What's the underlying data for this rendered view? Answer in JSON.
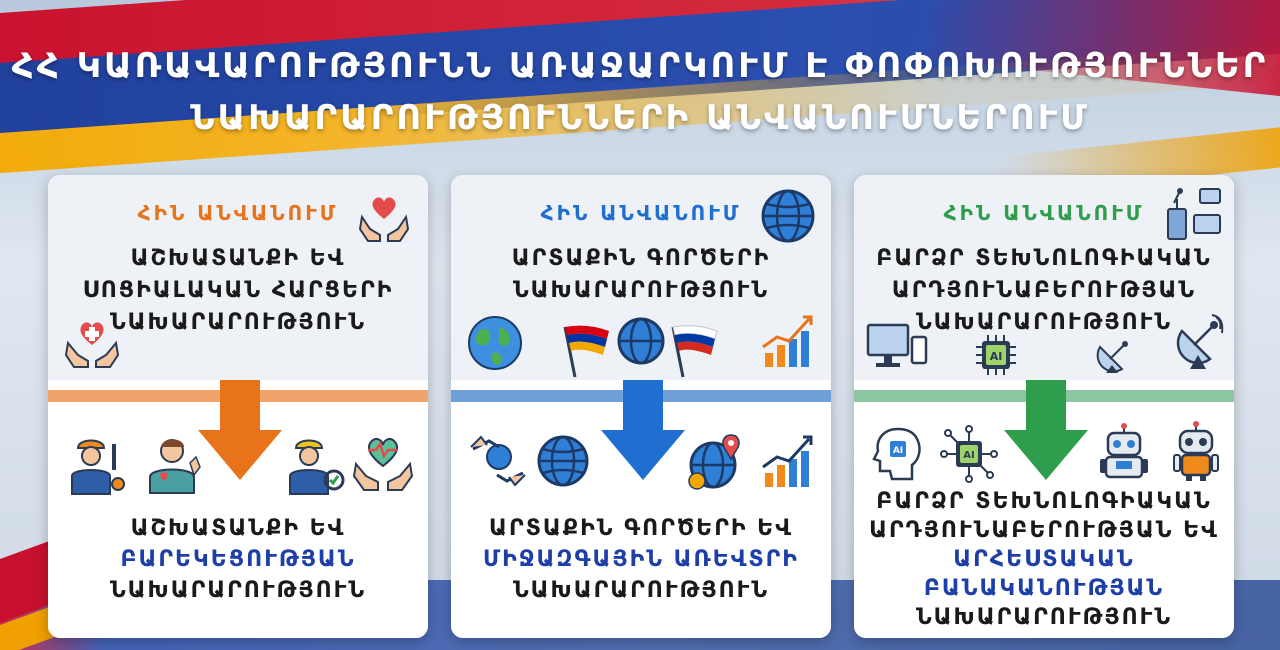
{
  "header": {
    "title_line1": "ՀՀ ԿԱՌԱՎԱՐՈՒԹՅՈՒՆՆ ԱՌԱՋԱՐԿՈՒՄ Է ՓՈՓՈԽՈՒԹՅՈՒՆՆԵՐ",
    "title_line2": "ՆԱԽԱՐԱՐՈՒԹՅՈՒՆՆԵՐԻ ԱՆՎԱՆՈՒՄՆԵՐՈՒՄ"
  },
  "colors": {
    "card1_accent": "#e8731a",
    "card2_accent": "#1f6fd1",
    "card3_accent": "#2e9e4d",
    "highlight_text": "#1e3fa8"
  },
  "cards": [
    {
      "old_label": "ՀԻՆ ԱՆՎԱՆՈՒՄ",
      "old_name": [
        "ԱՇԽԱՏԱՆՔԻ ԵՎ",
        "ՍՈՑԻԱԼԱԿԱՆ ՀԱՐՑԵՐԻ",
        "ՆԱԽԱՐԱՐՈՒԹՅՈՒՆ"
      ],
      "new_name_line1": "ԱՇԽԱՏԱՆՔԻ ԵՎ",
      "new_name_hl": "ԲԱՐԵԿԵՑՈՒԹՅԱՆ",
      "new_name_line3": "ՆԱԽԱՐԱՐՈՒԹՅՈՒՆ",
      "icons": [
        "heart-hands-icon",
        "medical-hands-icon",
        "worker-icon",
        "person-heart-icon",
        "engineer-icon",
        "heartbeat-hands-icon"
      ]
    },
    {
      "old_label": "ՀԻՆ ԱՆՎԱՆՈՒՄ",
      "old_name": [
        "ԱՐՏԱՔԻՆ ԳՈՐԾԵՐԻ",
        "ՆԱԽԱՐԱՐՈՒԹՅՈՒՆ"
      ],
      "new_name_line1": "ԱՐՏԱՔԻՆ ԳՈՐԾԵՐԻ ԵՎ",
      "new_name_hl": "ՄԻՋԱԶԳԱՅԻՆ ԱՌԵՎՏՐԻ",
      "new_name_line3": "ՆԱԽԱՐԱՐՈՒԹՅՈՒՆ",
      "icons": [
        "globe-icon",
        "earth-icon",
        "armenia-flag-icon",
        "russia-flag-icon",
        "growth-chart-icon",
        "trade-hands-icon",
        "location-globe-icon"
      ]
    },
    {
      "old_label": "ՀԻՆ ԱՆՎԱՆՈՒՄ",
      "old_name": [
        "ԲԱՐՁՐ ՏԵԽՆՈԼՈԳԻԱԿԱՆ",
        "ԱՐԴՅՈՒՆԱԲԵՐՈՒԹՅԱՆ",
        "ՆԱԽԱՐԱՐՈՒԹՅՈՒՆ"
      ],
      "new_name_line1": "ԲԱՐՁՐ ՏԵԽՆՈԼՈԳԻԱԿԱՆ",
      "new_name_line2": "ԱՐԴՅՈՒՆԱԲԵՐՈՒԹՅԱՆ ԵՎ",
      "new_name_hl": "ԱՐՀԵՍՏԱԿԱՆ",
      "new_name_hl2": "ԲԱՆԱԿԱՆՈՒԹՅԱՆ",
      "new_name_line3": "ՆԱԽԱՐԱՐՈՒԹՅՈՒՆ",
      "chip_label": "AI",
      "icons": [
        "network-devices-icon",
        "computer-icon",
        "ai-chip-icon",
        "satellite-dish-icon",
        "ai-head-icon",
        "robot-icon"
      ]
    }
  ]
}
